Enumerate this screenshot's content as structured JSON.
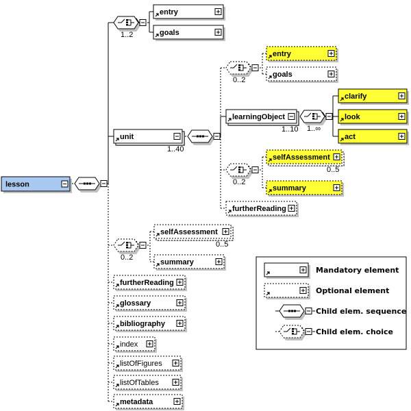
{
  "diagram": {
    "root": {
      "label": "lesson",
      "fill": "#a9c9f0"
    },
    "colors": {
      "highlight": "#ffff33",
      "normal": "#ffffff",
      "shadow": "#c0c0c0"
    },
    "top_choice": {
      "occurrence": "1..2",
      "children": [
        "entry",
        "goals"
      ]
    },
    "unit": {
      "label": "unit",
      "occurrence": "1..40"
    },
    "unit_choice": {
      "occurrence": "0..2",
      "children": [
        "entry",
        "goals"
      ]
    },
    "learning_object": {
      "label": "learningObject",
      "occurrence": "1..10",
      "choice_occurrence": "1..∞",
      "children": [
        "clarify",
        "look",
        "act"
      ]
    },
    "unit_choice2": {
      "occurrence": "0..2",
      "children": [
        "selfAssessment",
        "summary"
      ],
      "self_assessment_occurrence": "0..5"
    },
    "unit_further_reading": "furtherReading",
    "lesson_choice": {
      "occurrence": "0..2",
      "children": [
        "selfAssessment",
        "summary"
      ],
      "self_assessment_occurrence": "0..5"
    },
    "lesson_optional": [
      "furtherReading",
      "glossary",
      "bibliography",
      "index",
      "listOfFigures",
      "listOfTables",
      "metadata"
    ]
  },
  "legend": {
    "mandatory": "Mandatory element",
    "optional": "Optional element",
    "sequence": "Child elem. sequence",
    "choice": "Child elem. choice"
  }
}
